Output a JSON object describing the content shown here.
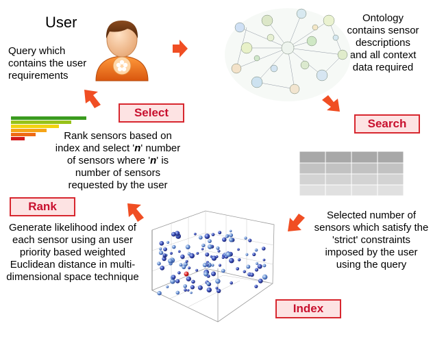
{
  "user": {
    "title": "User",
    "query_text": "Query which contains the user requirements"
  },
  "ontology": {
    "text": "Ontology contains sensor descriptions and all context data required"
  },
  "steps": {
    "select": "Select",
    "search": "Search",
    "rank": "Rank",
    "index": "Index"
  },
  "rank_select": {
    "line1": "Rank sensors based on",
    "line2": "index and select '",
    "n": "n",
    "line2b": "' number",
    "line3a": "of sensors where '",
    "line3b": "' is",
    "line4": "number of sensors",
    "line5": "requested by the user"
  },
  "selected": {
    "text": "Selected number of sensors which satisfy the 'strict' constraints imposed by the user using the query"
  },
  "rank_desc": {
    "text": "Generate likelihood index of each sensor using an user priority based weighted Euclidean distance in multi-dimensional space technique"
  },
  "colors": {
    "accent_red": "#d7262e",
    "step_fill": "#fde3e3",
    "arrow": "#f04e23",
    "table_dark": "#a8a8a8",
    "table_light": "#d6d6d6"
  },
  "icons": {
    "user": "user-avatar-icon",
    "ontology": "ontology-graph-icon",
    "bars": "ranking-bars-icon",
    "table": "sensor-table-icon",
    "scatter": "scatter-plot-icon"
  }
}
